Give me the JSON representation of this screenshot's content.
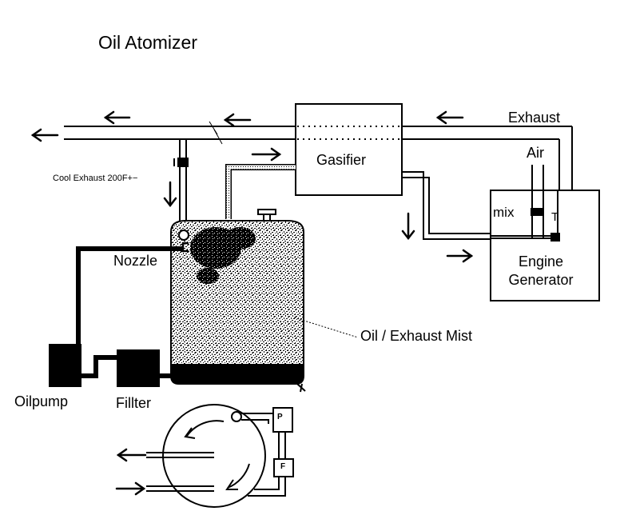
{
  "diagram": {
    "title": "Oil Atomizer",
    "labels": {
      "exhaust": "Exhaust",
      "gasifier": "Gasifier",
      "air": "Air",
      "cool_exhaust": "Cool Exhaust 200F+−",
      "mix": "mix",
      "t_valve": "T",
      "nozzle": "Nozzle",
      "engine_line1": "Engine",
      "engine_line2": "Generator",
      "oil_exhaust_mist": "Oil / Exhaust Mist",
      "oilpump": "Oilpump",
      "filter": "Fillter",
      "pump_box": "P",
      "filter_box": "F"
    }
  }
}
